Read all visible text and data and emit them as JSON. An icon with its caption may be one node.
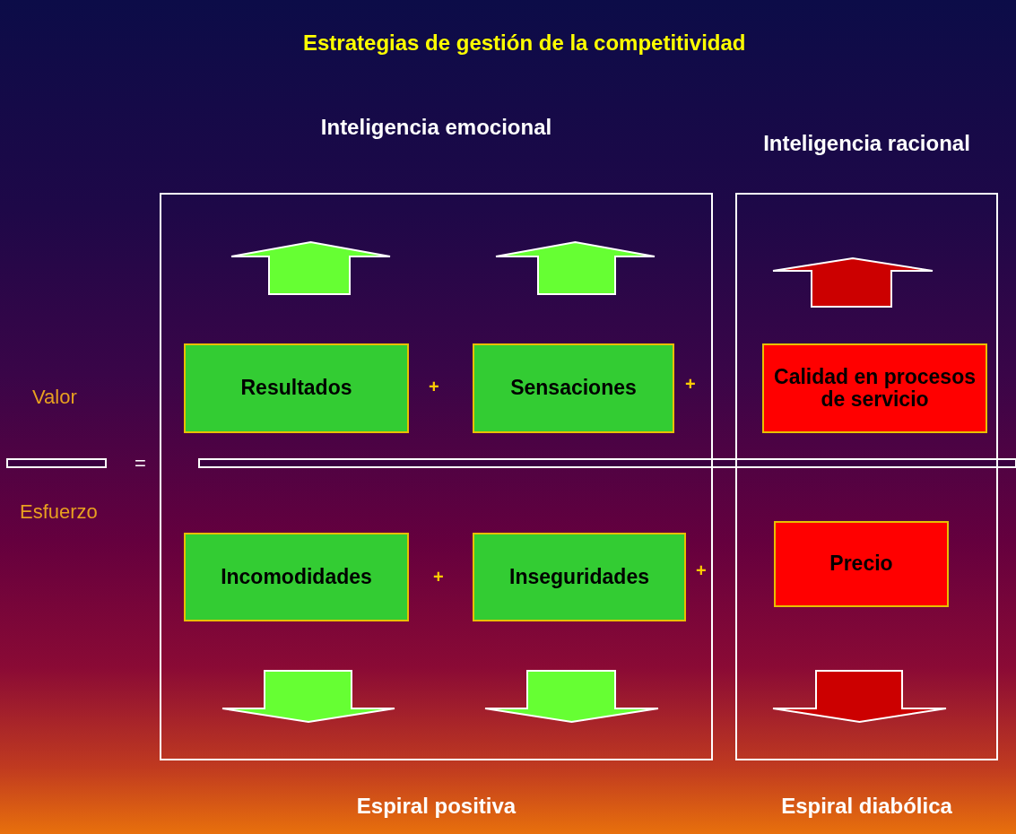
{
  "diagram": {
    "title": "Estrategias de gestión de la competitividad",
    "nodes": [
      {
        "text": [
          "Inteligencia emocional"
        ],
        "beside": [
          "Espiral positiva"
        ]
      },
      {
        "text": [
          "Inteligencia racional"
        ],
        "beside": [
          "Espiral diabólica"
        ]
      },
      {
        "text": [
          "Resultados"
        ],
        "in": 0
      },
      {
        "text": [
          "Sensaciones"
        ],
        "in": 0
      },
      {
        "text": [
          "Calidad en procesos de servicio"
        ],
        "in": 1
      },
      {
        "text": [
          "Incomodidades"
        ],
        "in": 0
      },
      {
        "text": [
          "Inseguridades"
        ],
        "in": 0
      },
      {
        "text": [
          "Precio"
        ],
        "in": 1
      }
    ],
    "edges": [],
    "labels": [
      "Valor",
      "+",
      "+",
      "=",
      "Esfuerzo",
      "+",
      "+"
    ]
  }
}
